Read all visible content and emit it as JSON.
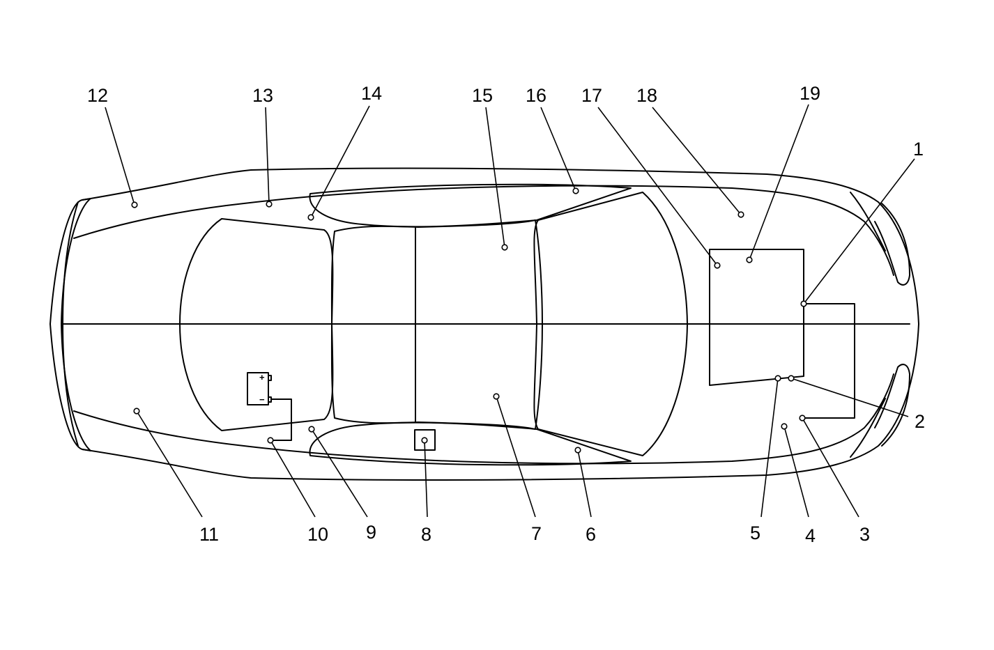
{
  "callouts": [
    {
      "id": "1",
      "label": "1"
    },
    {
      "id": "2",
      "label": "2"
    },
    {
      "id": "3",
      "label": "3"
    },
    {
      "id": "4",
      "label": "4"
    },
    {
      "id": "5",
      "label": "5"
    },
    {
      "id": "6",
      "label": "6"
    },
    {
      "id": "7",
      "label": "7"
    },
    {
      "id": "8",
      "label": "8"
    },
    {
      "id": "9",
      "label": "9"
    },
    {
      "id": "10",
      "label": "10"
    },
    {
      "id": "11",
      "label": "11"
    },
    {
      "id": "12",
      "label": "12"
    },
    {
      "id": "13",
      "label": "13"
    },
    {
      "id": "14",
      "label": "14"
    },
    {
      "id": "15",
      "label": "15"
    },
    {
      "id": "16",
      "label": "16"
    },
    {
      "id": "17",
      "label": "17"
    },
    {
      "id": "18",
      "label": "18"
    },
    {
      "id": "19",
      "label": "19"
    }
  ],
  "battery": {
    "plus": "+",
    "minus": "−"
  },
  "icons": [
    "battery-icon"
  ],
  "colors": {
    "ink": "#000000",
    "paper": "#ffffff"
  }
}
